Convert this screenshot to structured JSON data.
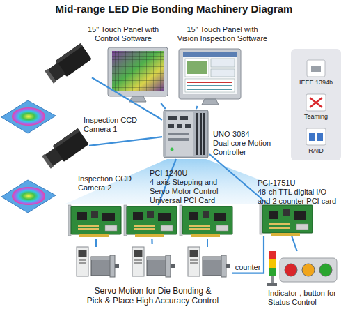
{
  "diagram": {
    "title": "Mid-range LED Die Bonding Machinery Diagram",
    "nodes": [
      {
        "text": [
          "15\" Touch Panel with Control Software"
        ]
      },
      {
        "text": [
          "15\" Touch Panel with Vision Inspection Software"
        ]
      },
      {
        "text": [
          "IEEE 1394b",
          "Teaming",
          "RAID"
        ]
      },
      {
        "text": [
          "Inspection CCD Camera 1"
        ]
      },
      {
        "text": [
          "Inspection CCD Camera 2"
        ]
      },
      {
        "text": [
          "UNO-3084",
          "Dual core Motion Controller"
        ]
      },
      {
        "text": [
          "PCI-1240U",
          "4-axis Stepping and Servo Motor Control Universal PCI Card"
        ]
      },
      {
        "text": [
          "PCI-1751U",
          "48-ch TTL digital I/O and 2 counter PCI card"
        ]
      },
      {
        "text": [
          "Servo Motion for Die Bonding & Pick & Place High Accuracy Control"
        ]
      },
      {
        "text": [
          "Indicator , button for Status Control"
        ]
      }
    ],
    "edges": [
      {
        "from": 5,
        "to": 0,
        "arrow": "none"
      },
      {
        "from": 5,
        "to": 1,
        "arrow": "none"
      },
      {
        "from": 5,
        "to": 3,
        "arrow": "none"
      },
      {
        "from": 5,
        "to": 4,
        "arrow": "none"
      },
      {
        "from": 5,
        "to": 6,
        "arrow": "none"
      },
      {
        "from": 5,
        "to": 7,
        "arrow": "none"
      },
      {
        "from": 6,
        "to": 8,
        "arrow": "none"
      },
      {
        "from": 8,
        "to": 7,
        "label": "counter",
        "arrow": "none"
      },
      {
        "from": 7,
        "to": 9,
        "arrow": "none"
      }
    ]
  }
}
